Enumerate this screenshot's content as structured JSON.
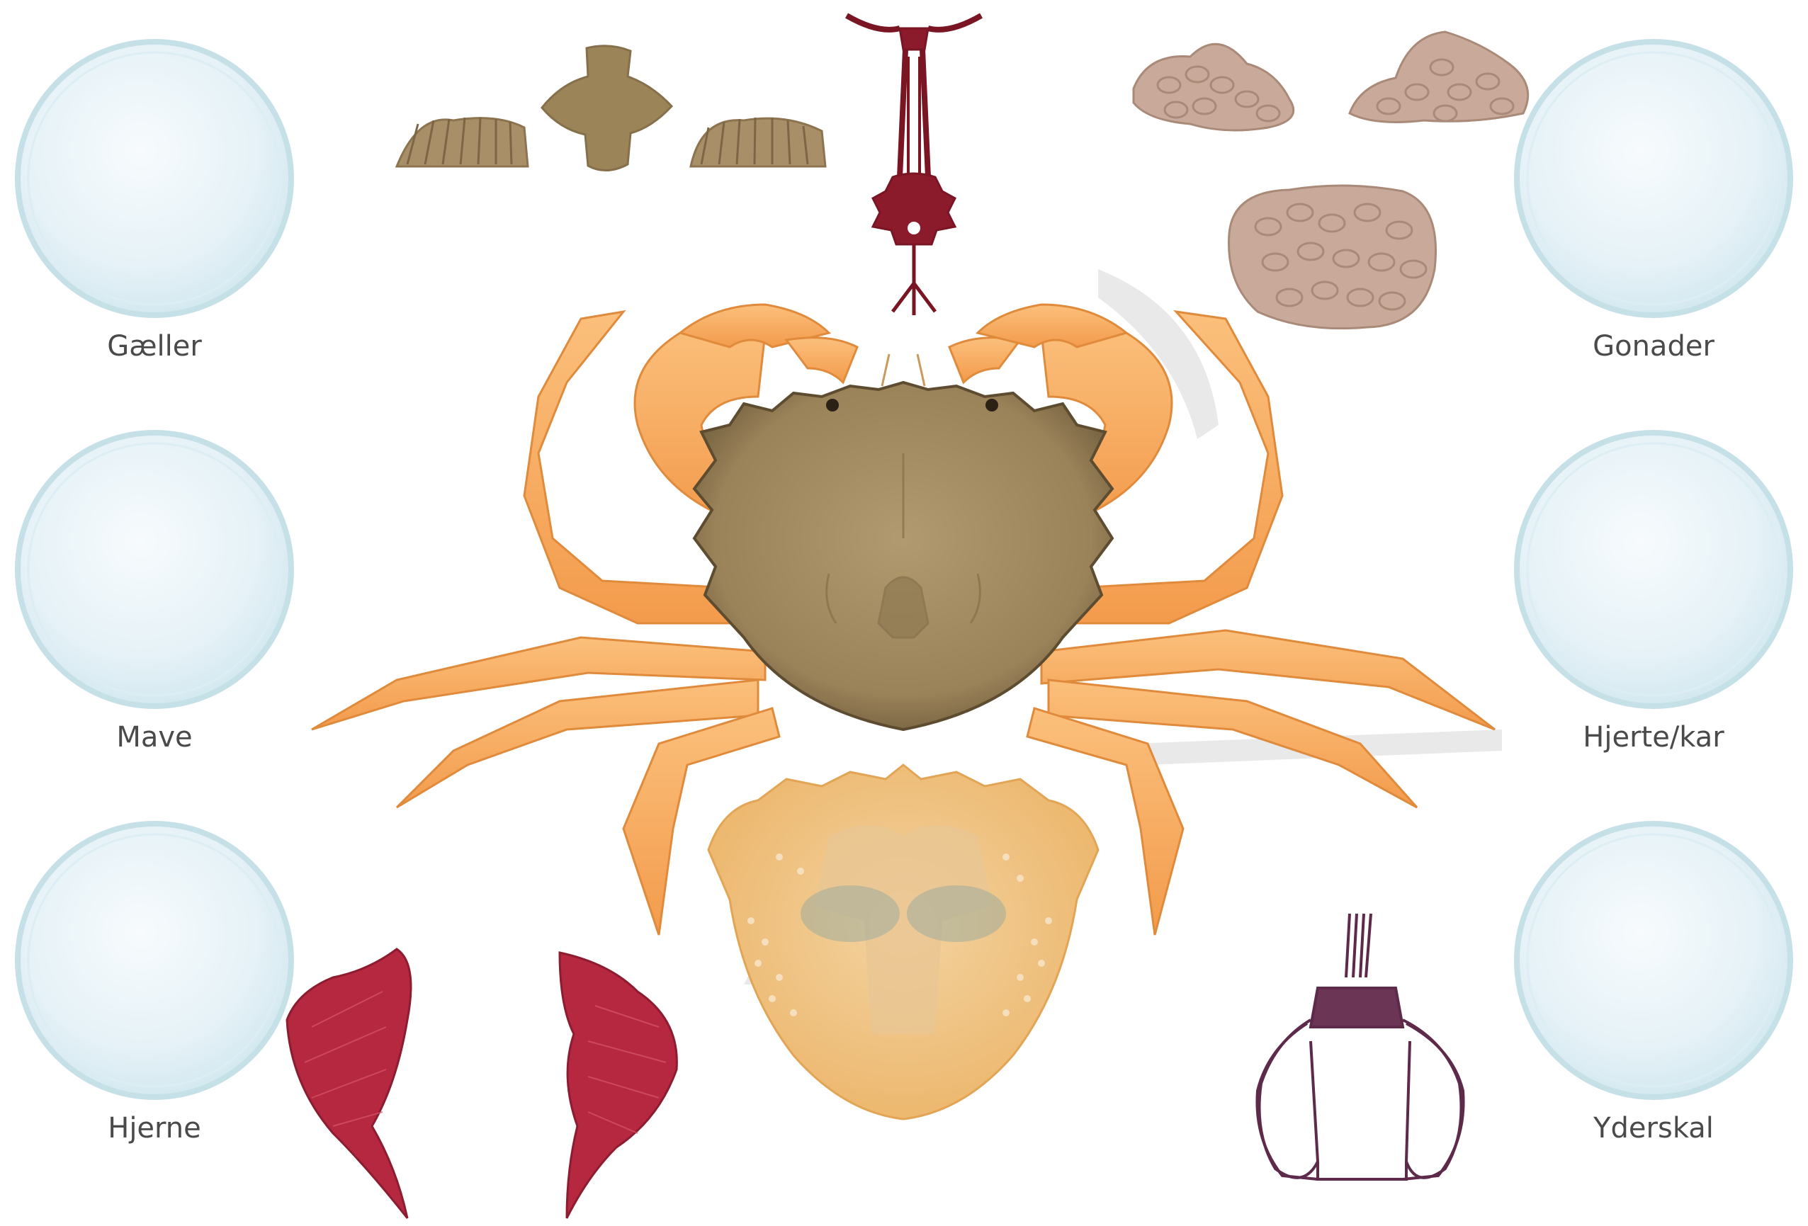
{
  "dishes": {
    "left": [
      {
        "label": "Gæller"
      },
      {
        "label": "Mave"
      },
      {
        "label": "Hjerne"
      }
    ],
    "right": [
      {
        "label": "Gonader"
      },
      {
        "label": "Hjerte/kar"
      },
      {
        "label": "Yderskal"
      }
    ]
  },
  "colors": {
    "dish_rim": "#c9e3ea",
    "dish_fill": "#eaf4f8",
    "leg": "#f7a85a",
    "carapace": "#9c8459",
    "gills": "#a88f68",
    "gonads": "#c9aa9a",
    "heart": "#8b1a2a",
    "brain": "#5e2a4a",
    "muscle": "#b5283f",
    "shell": "#f2c27b"
  }
}
